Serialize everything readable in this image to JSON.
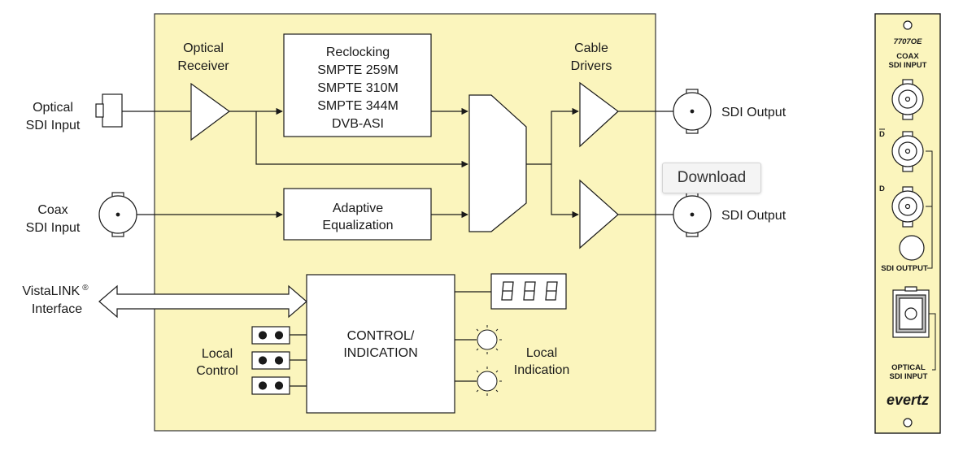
{
  "diagram": {
    "inputs": {
      "optical": [
        "Optical",
        "SDI Input"
      ],
      "coax": [
        "Coax",
        "SDI Input"
      ],
      "vistalink": [
        "VistaLINK",
        "Interface"
      ],
      "vistalink_mark": "®"
    },
    "blocks": {
      "optical_receiver": [
        "Optical",
        "Receiver"
      ],
      "reclocking": [
        "Reclocking",
        "SMPTE 259M",
        "SMPTE 310M",
        "SMPTE 344M",
        "DVB-ASI"
      ],
      "adaptive_eq": [
        "Adaptive",
        "Equalization"
      ],
      "cable_drivers": [
        "Cable",
        "Drivers"
      ],
      "control": [
        "CONTROL/",
        "INDICATION"
      ],
      "local_control": [
        "Local",
        "Control"
      ],
      "local_indication": [
        "Local",
        "Indication"
      ]
    },
    "outputs": {
      "sdi_output_1": "SDI Output",
      "sdi_output_2": "SDI Output"
    },
    "colors": {
      "board": "#fbf5bd",
      "panel": "#fbf5bd",
      "line": "#1a1a1a"
    }
  },
  "tooltip": {
    "label": "Download"
  },
  "panel": {
    "model": "7707OE",
    "coax_input": [
      "COAX",
      "SDI INPUT"
    ],
    "d_bar": "D",
    "d": "D",
    "sdi_output": "SDI OUTPUT",
    "optical_input": [
      "OPTICAL",
      "SDI INPUT"
    ],
    "brand": "evertz"
  }
}
